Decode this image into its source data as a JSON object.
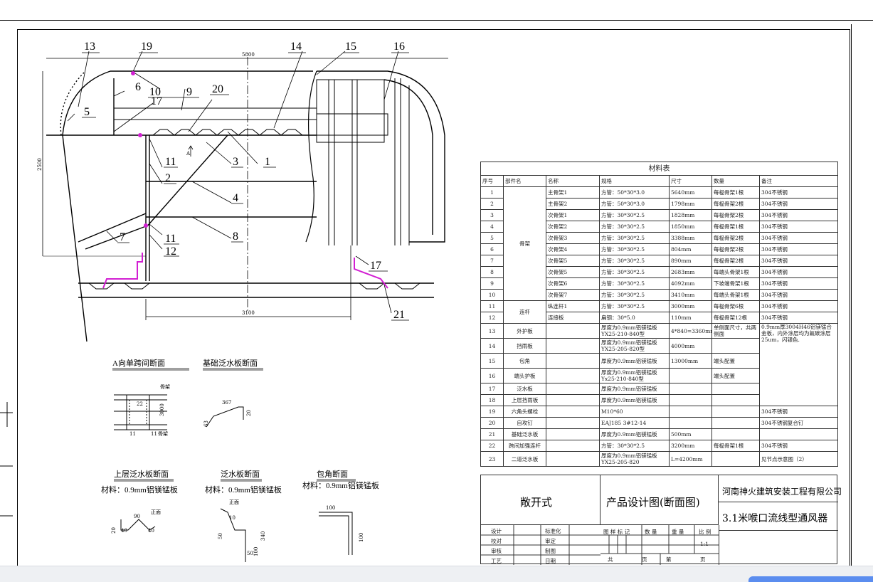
{
  "drawing": {
    "callouts": [
      "13",
      "19",
      "14",
      "15",
      "16",
      "5",
      "6",
      "10",
      "9",
      "17",
      "20",
      "3",
      "1",
      "11",
      "2",
      "4",
      "7",
      "11",
      "12",
      "8",
      "17",
      "21"
    ],
    "dimensions": {
      "top": "5800",
      "left": "2500",
      "bottom": "3100"
    },
    "view_marker": "A"
  },
  "sections": {
    "a_dir": {
      "title": "A向单跨间断面",
      "labels": [
        "骨架",
        "22",
        "3000",
        "11",
        "11",
        "骨架"
      ]
    },
    "base_flash": {
      "title": "基础泛水板断面",
      "labels": [
        "367",
        "20",
        "63"
      ]
    },
    "upper_flash": {
      "title": "上层泛水板断面",
      "material": "材料：0.9mm铝镁锰板",
      "labels": [
        "20",
        "40",
        "90",
        "40",
        "正面"
      ]
    },
    "flash": {
      "title": "泛水板断面",
      "material": "材料：0.9mm铝镁锰板",
      "labels": [
        "正面",
        "10",
        "50",
        "340",
        "100",
        "50"
      ]
    },
    "corner": {
      "title": "包角断面",
      "material": "材料：0.9mm铝镁锰板",
      "labels": [
        "100",
        "100"
      ]
    }
  },
  "material_table": {
    "title": "材料表",
    "headers": [
      "序号",
      "部件名",
      "名称",
      "规格",
      "尺寸",
      "数量",
      "备注"
    ],
    "rows": [
      [
        "1",
        "",
        "主骨架1",
        "方管：50*30*3.0",
        "5640mm",
        "每榀骨架1根",
        "304不锈钢"
      ],
      [
        "2",
        "",
        "主骨架2",
        "方管：50*30*3.0",
        "1798mm",
        "每榀骨架2根",
        "304不锈钢"
      ],
      [
        "3",
        "",
        "次骨架1",
        "方管：30*30*2.5",
        "1828mm",
        "每榀骨架2根",
        "304不锈钢"
      ],
      [
        "4",
        "",
        "次骨架2",
        "方管：30*30*2.5",
        "1850mm",
        "每榀骨架1根",
        "304不锈钢"
      ],
      [
        "5",
        "骨架",
        "次骨架3",
        "方管：30*30*2.5",
        "3388mm",
        "每榀骨架2根",
        "304不锈钢"
      ],
      [
        "6",
        "",
        "次骨架4",
        "方管：30*30*2.5",
        "804mm",
        "每榀骨架2根",
        "304不锈钢"
      ],
      [
        "7",
        "",
        "次骨架5",
        "方管：30*30*2.5",
        "890mm",
        "每榀骨架2根",
        "304不锈钢"
      ],
      [
        "8",
        "",
        "次骨架5",
        "方管：30*30*2.5",
        "2683mm",
        "每端头骨架1根",
        "304不锈钢"
      ],
      [
        "9",
        "",
        "次骨架6",
        "方管：30*30*2.5",
        "4092mm",
        "下坡端骨架1根",
        "304不锈钢"
      ],
      [
        "10",
        "",
        "次骨架7",
        "方管：30*30*2.5",
        "3410mm",
        "每端头骨架1根",
        "304不锈钢"
      ],
      [
        "11",
        "连杆",
        "纵连杆1",
        "方管：30*30*2.5",
        "3000mm",
        "每榀骨架6根",
        "304不锈钢"
      ],
      [
        "12",
        "",
        "连接板",
        "扁钢：30*5.0",
        "110mm",
        "每榀骨架12根",
        "304不锈钢"
      ],
      [
        "13",
        "外护板",
        "",
        "厚度为0.9mm铝镁锰板 YX25-210-840型",
        "4*840=3360mm",
        "单侧面尺寸，共两侧面",
        "0.9mm厚3004H46铝镁锰合金板，内外涂层均为氟碳涂层25um，闪银色."
      ],
      [
        "14",
        "挡雨板",
        "",
        "厚度为0.9mm铝镁锰板 YX25-205-820型",
        "4000mm",
        "",
        ""
      ],
      [
        "15",
        "包角",
        "",
        "厚度为0.9mm铝镁锰板",
        "13000mm",
        "端头配置",
        ""
      ],
      [
        "16",
        "端头护板",
        "",
        "厚度为0.9mm铝镁锰板 Yx25-210-840型",
        "",
        "端头配置",
        ""
      ],
      [
        "17",
        "泛水板",
        "",
        "厚度为0.9mm铝镁锰板",
        "",
        "",
        ""
      ],
      [
        "18",
        "上层挡雨板",
        "",
        "厚度为0.9mm铝镁锰板",
        "",
        "",
        ""
      ],
      [
        "19",
        "六角头螺栓",
        "",
        "M10*60",
        "",
        "",
        "304不锈钢"
      ],
      [
        "20",
        "自攻钉",
        "",
        "EAJ185  3#12-14",
        "",
        "",
        "304不锈钢复合钉"
      ],
      [
        "21",
        "基础泛水板",
        "",
        "厚度为0.9mm铝镁锰板",
        "500mm",
        "",
        ""
      ],
      [
        "22",
        "跨间加强连杆",
        "",
        "方管：30*30*2.5",
        "3200mm",
        "每榀骨架1根",
        "304不锈钢"
      ],
      [
        "23",
        "二道泛水板",
        "",
        "厚度为0.9mm铝镁锰板 YX25-205-820",
        "L=4200mm",
        "",
        "见节点示意图（2）"
      ]
    ]
  },
  "title_block": {
    "type": "敞开式",
    "drawing_name": "产品设计图(断面图)",
    "company": "河南神火建筑安装工程有限公司",
    "product": "3.1米喉口流线型通风器",
    "sign_left": [
      "设计",
      "校对",
      "审核",
      "工艺"
    ],
    "sign_mid": [
      "标准化",
      "审定",
      "制图",
      "日期"
    ],
    "mark_headers": [
      "图 样 标 记",
      "数 量",
      "重 量",
      "比 例"
    ],
    "scale": "1:1",
    "sheet_total": "共",
    "sheet_unit": "页",
    "sheet_num": "第",
    "sheet_unit2": "页"
  },
  "colors": {
    "line": "#000000",
    "flash": "#d21fd2",
    "frame": "#000000"
  }
}
